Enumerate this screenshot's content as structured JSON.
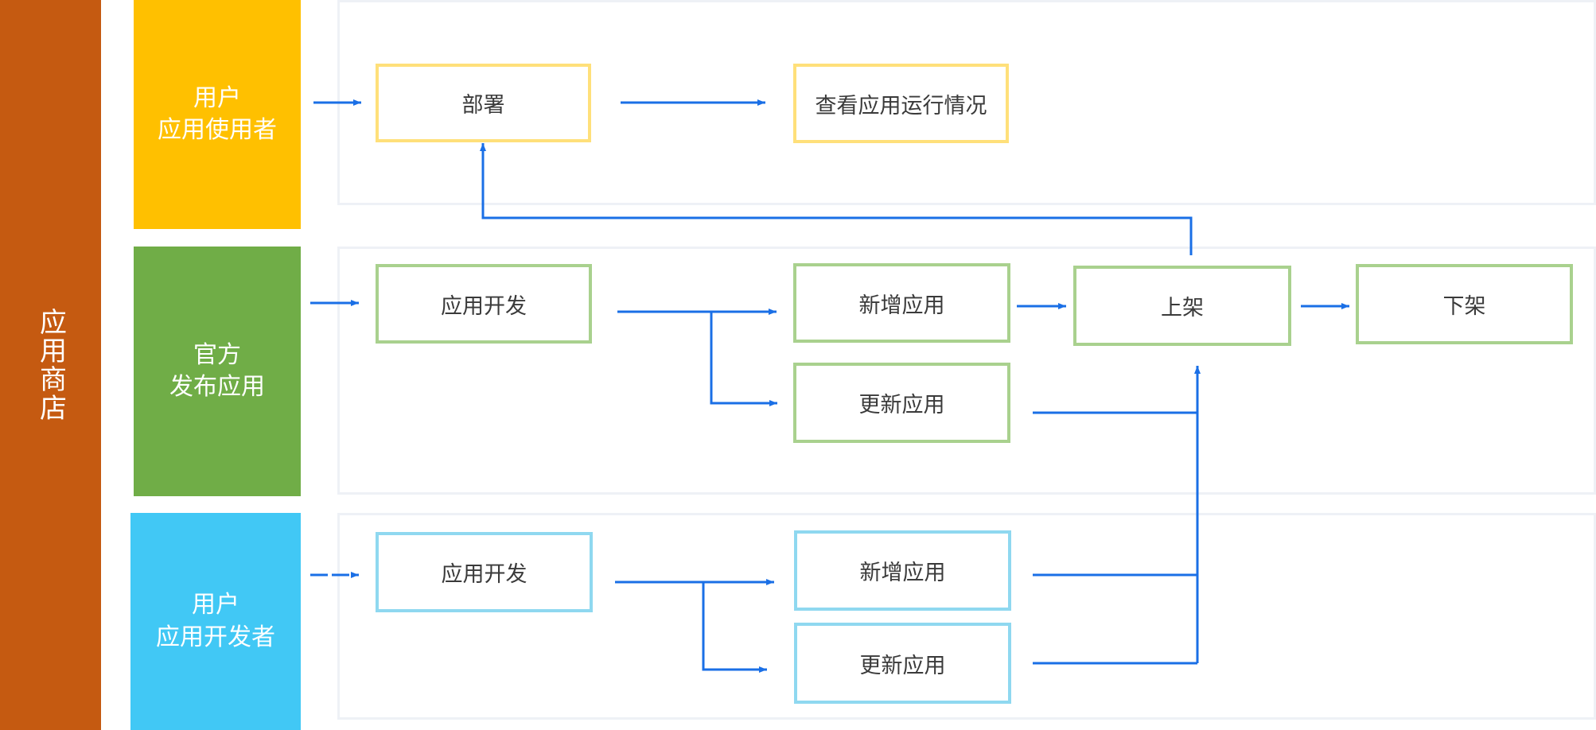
{
  "sidebar": {
    "title": "应用商店",
    "color": "#c55a11"
  },
  "roles": [
    {
      "line1": "用户",
      "line2": "应用使用者",
      "color": "#ffc000"
    },
    {
      "line1": "官方",
      "line2": "发布应用",
      "color": "#70ad47"
    },
    {
      "line1": "用户",
      "line2": "应用开发者",
      "color": "#41c8f5"
    }
  ],
  "lane_user": {
    "deploy": "部署",
    "view_status": "查看应用运行情况"
  },
  "lane_official": {
    "develop": "应用开发",
    "add_app": "新增应用",
    "update_app": "更新应用",
    "publish": "上架",
    "unpublish": "下架"
  },
  "lane_developer": {
    "develop": "应用开发",
    "add_app": "新增应用",
    "update_app": "更新应用"
  },
  "colors": {
    "arrow": "#1a6fe6",
    "yellow_border": "#ffe07a",
    "green_border": "#a9d18e",
    "blue_border": "#8fd8f0",
    "lane_border": "#eef1f6"
  }
}
